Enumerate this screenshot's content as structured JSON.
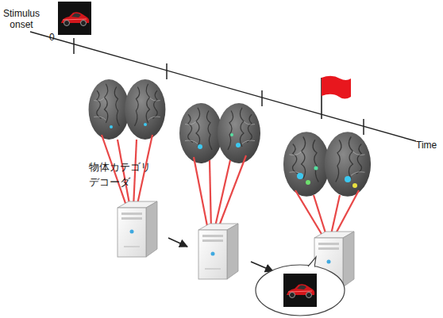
{
  "diagram": {
    "labels": [
      "Stimulus onset",
      "0",
      "Time",
      "物体カテゴリ デコーダ"
    ]
  }
}
